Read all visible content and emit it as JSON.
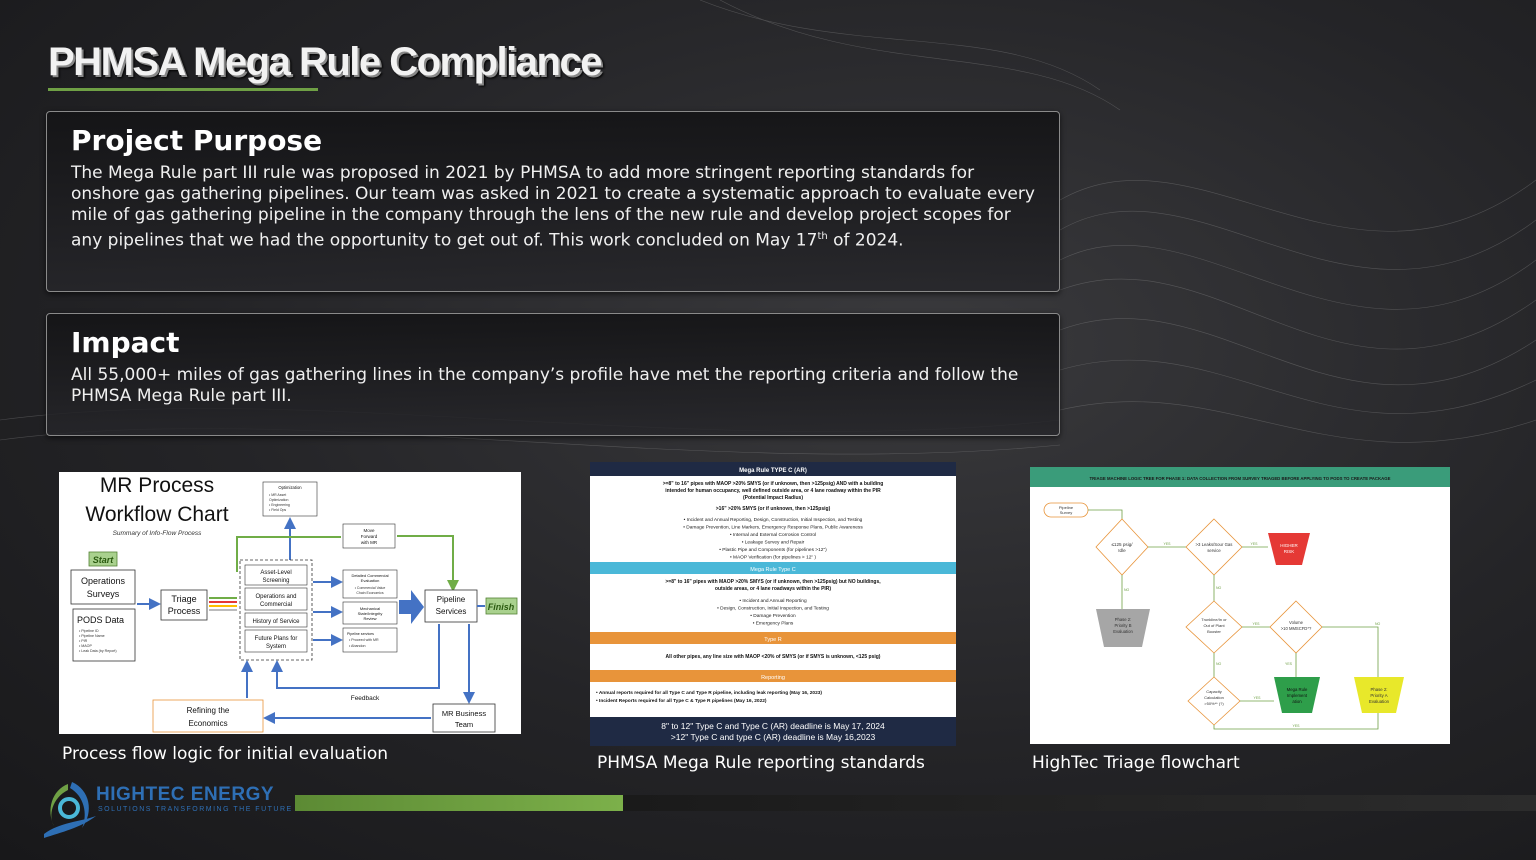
{
  "title": "PHMSA Mega Rule Compliance",
  "purpose": {
    "heading": "Project Purpose",
    "body_main": "The Mega Rule part III rule was proposed in 2021 by PHMSA to add more stringent reporting standards for onshore gas gathering pipelines. Our team was asked in 2021 to create a systematic approach to evaluate every mile of gas gathering pipeline in the company through the lens of the new rule and develop project scopes for any pipelines that we had the opportunity to get out of. This work concluded on May 17",
    "body_sup": "th",
    "body_end": " of 2024."
  },
  "impact": {
    "heading": "Impact",
    "body": "All 55,000+ miles of gas gathering lines in the company’s profile have met the reporting criteria and follow the PHMSA Mega Rule part III."
  },
  "workflow": {
    "title_line1": "MR Process",
    "title_line2": "Workflow Chart",
    "subtitle": "Summary of Info-Flow Process",
    "start": "Start",
    "finish": "Finish",
    "ops_surveys": "Operations Surveys",
    "pods_data": "PODS Data",
    "pods_items": "Pipeline ID • Pipeline Name • PIR • MAOP • Leak Data (by Report)",
    "triage": "Triage Process",
    "optimization": "Optimization",
    "optimization_items": "• MR Asset Optimization • Engineering • Field Ops",
    "asset_screening": "Asset-Level Screening",
    "ops_commercial": "Operations and Commercial",
    "history": "History of Service",
    "future_plans": "Future Plans for System",
    "move_forward": "Move Forward with MR",
    "commercial_eval": "Detailed Commercial Evaluation",
    "commercial_eval_item": "• Commercial Value Chain Economics",
    "mech_state": "Mechanical State/Integrity Review",
    "pipeline_services_box": "Pipeline services • Proceed with MR • Abandon",
    "pipeline_services": "Pipeline Services",
    "feedback": "Feedback",
    "refining": "Refining the Economics",
    "mr_business": "MR Business Team"
  },
  "standards": {
    "header1": "Mega Rule TYPE C (AR)",
    "crit1": ">=8\" to 16\" pipes with MAOP >20% SMYS (or if unknown, then >125psig) AND with a building intended for human occupancy, well defined outside area, or 4 lane roadway within the PIR (Potential Impact Radius)",
    "crit1b": ">16\" >20% SMYS (or if unknown, then >125psig)",
    "list1": [
      "• Incident and Annual Reporting, Design, Construction, Initial Inspection, and Testing",
      "• Damage Prevention, Line Markers, Emergency Response Plans, Public Awareness",
      "• Internal and External Corrosion Control",
      "• Leakage Survey and Repair",
      "• Plastic Pipe and Components (for pipelines >12\")",
      "• MAOP Verification (for pipelines > 12\" )"
    ],
    "header2": "Mega Rule Type C",
    "crit2": ">=8\" to 16\" pipes with MAOP >20% SMYS (or if unknown, then >125psig) but NO buildings, outside areas, or 4 lane roadways within the PIR)",
    "list2": [
      "• Incident and Annual Reporting",
      "• Design, Construction, Initial Inspection, and Testing",
      "• Damage Prevention",
      "• Emergency Plans"
    ],
    "header3": "Type R",
    "crit3": "All other pipes, any line size with MAOP <20% of SMYS (or if SMYS is unknown, <125 psig)",
    "header4": "Reporting",
    "rep1": "• Annual reports required for all Type C and Type R pipeline, including leak reporting (May 16, 2023)",
    "rep2": "• Incident Reports required for all Type C & Type R pipelines (May 16, 2022)",
    "deadline1": "8\" to 12\" Type C and Type C (AR) deadline is May 17, 2024",
    "deadline2": ">12\" Type C and type C (AR) deadline is May 16,2023"
  },
  "triage": {
    "header": "TRIAGE MACHINE LOGIC TREE FOR PHASE 1: DATA COLLECTION FROM SURVEY TRIAGED BEFORE APPLYING TO PODS TO CREATE PACKAGE",
    "pipeline_survey": "Pipeline Survey",
    "q1": "≤125 psig/ Idle",
    "q2": ">3 Leaks/Sour Gas service",
    "higher_risk": "HIGHER RISK",
    "phase2b": "Phase 2: Priority B Evaluation",
    "q3": "Trunkline/In or Out of Plant Booster",
    "q4": "Volume >10 MMSCFD*?",
    "q5": "Capacity Calculation >50%** (?)",
    "mega_rule": "Mega Rule Implement ation",
    "phase2a": "Phase 2: Priority A Evaluation",
    "yes": "YES",
    "no": "NO"
  },
  "captions": {
    "workflow": "Process flow logic for initial evaluation",
    "standards": "PHMSA Mega Rule reporting standards",
    "triage": "HighTec Triage flowchart"
  },
  "logo": {
    "name": "HIGHTEC ENERGY",
    "tagline": "SOLUTIONS TRANSFORMING THE FUTURE"
  },
  "colors": {
    "accent_green": "#6fa045",
    "navy": "#1f2a44",
    "orange": "#e8943a",
    "cyan": "#4ab8d8",
    "triage_header": "#3a9c7a",
    "risk_red": "#e53935",
    "mr_green": "#2e9e4a",
    "phase_yellow": "#e8e82a"
  }
}
